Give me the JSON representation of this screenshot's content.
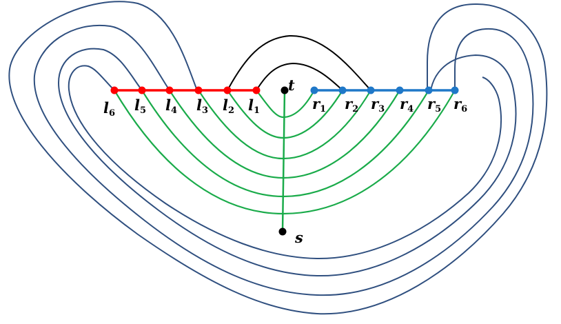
{
  "colors": {
    "left_path": "#ff0000",
    "right_path": "#1f78c8",
    "curves": "#2f4f7f",
    "green": "#1aab4a",
    "black": "#000000"
  },
  "labels": {
    "t": "t",
    "s": "s",
    "l_base": "l",
    "r_base": "r",
    "l_subs": [
      "1",
      "2",
      "3",
      "4",
      "5",
      "6"
    ],
    "r_subs": [
      "1",
      "2",
      "3",
      "4",
      "5",
      "6"
    ]
  }
}
